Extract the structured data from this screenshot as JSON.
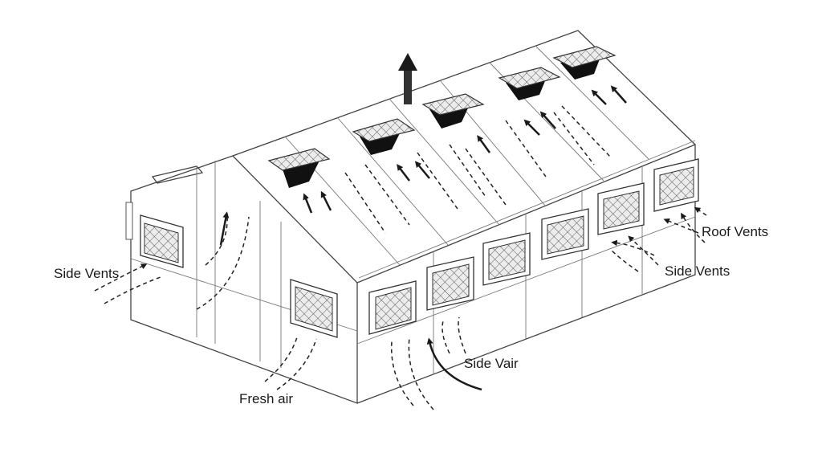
{
  "labels": {
    "side_vents_left": "Side Vents",
    "side_vents_right": "Side Vents",
    "roof_vents": "Roof Vents",
    "side_vair": "Side Vair",
    "fresh_air": "Fresh air"
  },
  "colors": {
    "line": "#444444",
    "mesh": "#dcdcdc",
    "vent_opening": "#111111",
    "arrow": "#1a1a1a"
  }
}
